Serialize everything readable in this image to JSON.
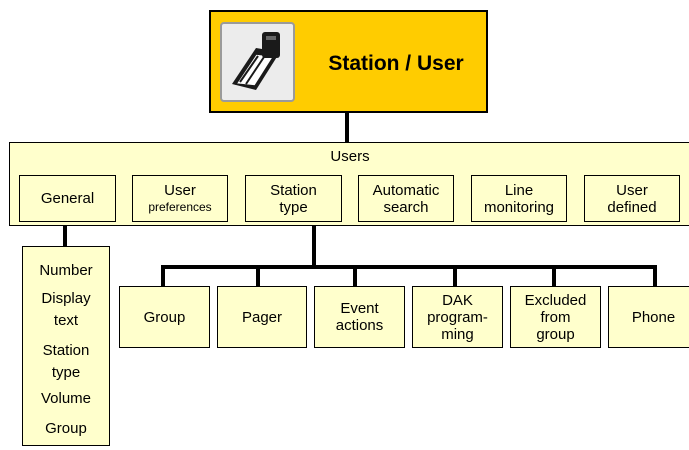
{
  "root": {
    "title": "Station / User",
    "icon": "telephone-handset-icon"
  },
  "users": {
    "title": "Users",
    "categories": [
      {
        "name": "general-box",
        "label": "General"
      },
      {
        "name": "user-preferences-box",
        "label_top": "User",
        "label_bottom": "preferences"
      },
      {
        "name": "station-type-box",
        "label": "Station\ntype"
      },
      {
        "name": "automatic-search-box",
        "label": "Automatic\nsearch"
      },
      {
        "name": "line-monitoring-box",
        "label": "Line\nmonitoring"
      },
      {
        "name": "user-defined-box",
        "label": "User\ndefined"
      }
    ]
  },
  "general_items": [
    "Number",
    "Display\ntext",
    "Station\ntype",
    "Volume",
    "Group"
  ],
  "station_types": [
    {
      "name": "group-box",
      "label": "Group"
    },
    {
      "name": "pager-box",
      "label": "Pager"
    },
    {
      "name": "event-actions-box",
      "label": "Event\nactions"
    },
    {
      "name": "dak-programming-box",
      "label": "DAK\nprogram-\nming"
    },
    {
      "name": "excluded-from-group-box",
      "label": "Excluded\nfrom\ngroup"
    },
    {
      "name": "phone-box",
      "label": "Phone"
    }
  ],
  "colors": {
    "root_fill": "#ffcc00",
    "box_fill": "#ffffcc",
    "border": "#000000"
  }
}
